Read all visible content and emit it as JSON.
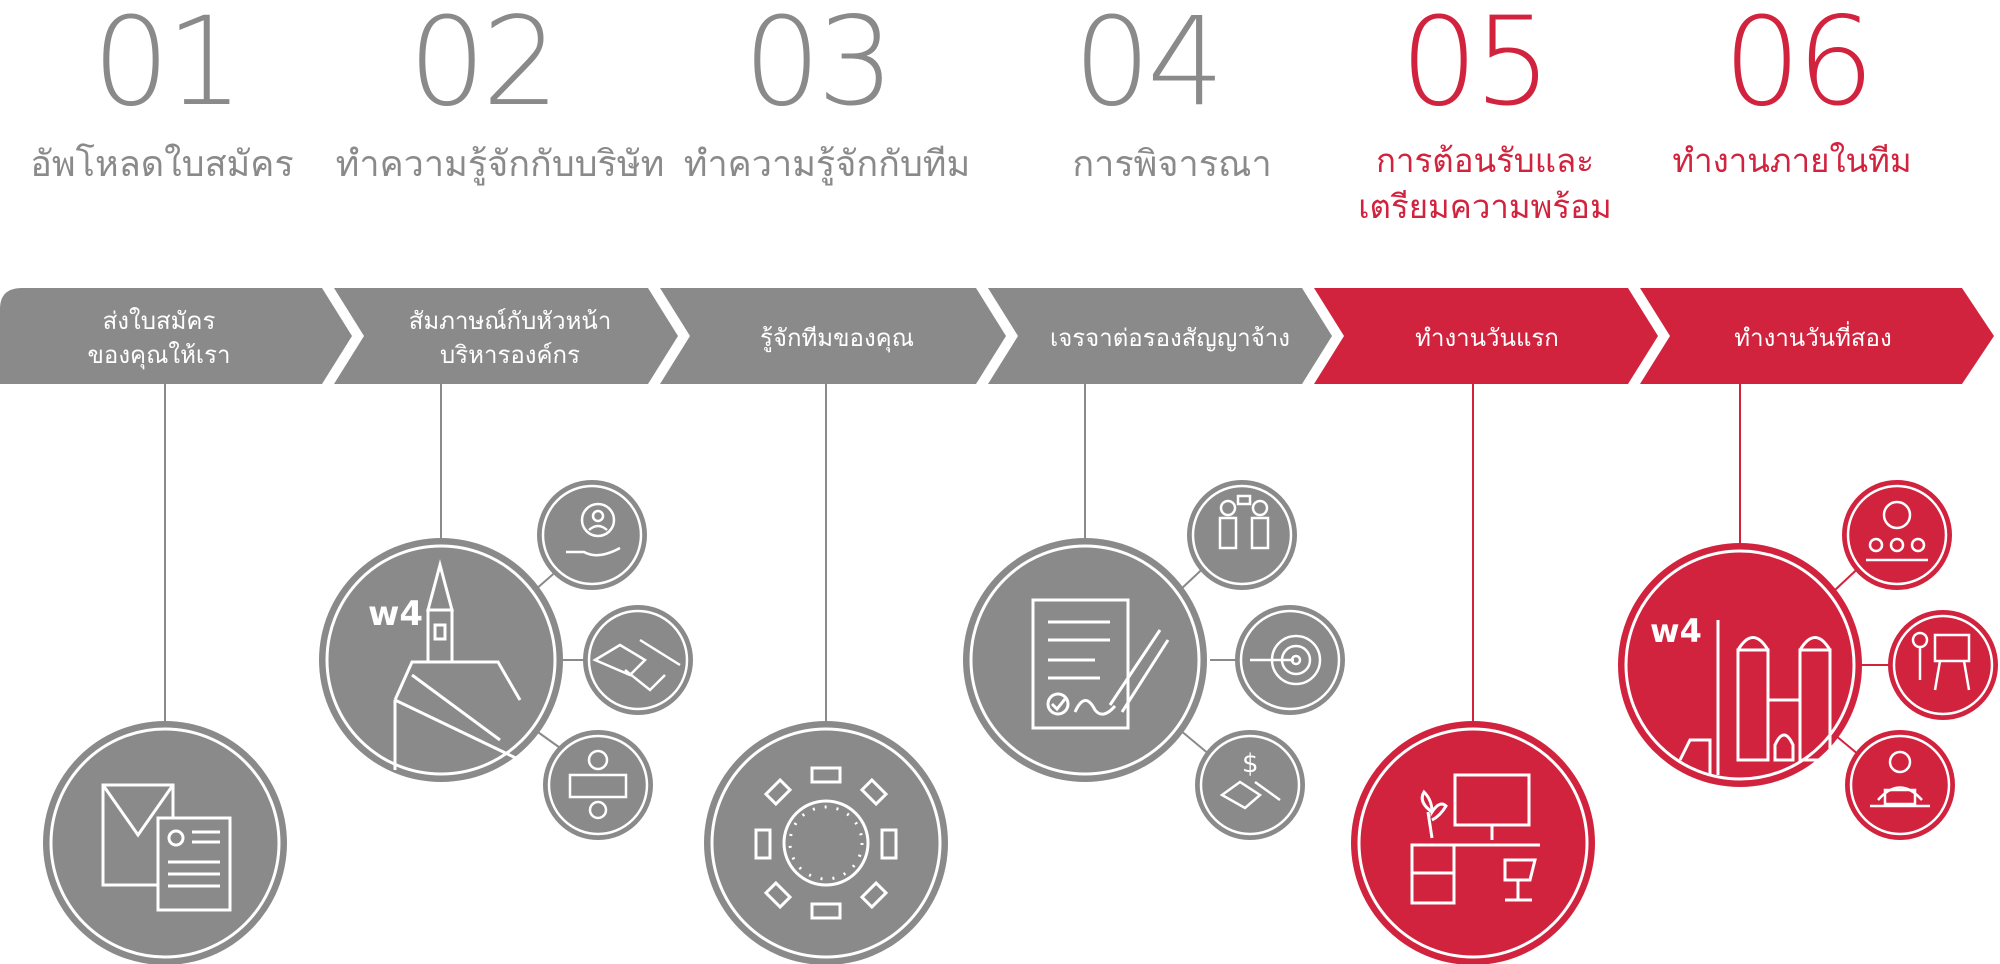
{
  "colors": {
    "grey": "#8a8a8a",
    "red": "#d2233e",
    "white": "#ffffff"
  },
  "steps": [
    {
      "number": "01",
      "title": "อัพโหลดใบสมัคร",
      "arrow_label": "ส่งใบสมัคร\nของคุณให้เรา",
      "icons": [
        "envelope-resume-icon"
      ]
    },
    {
      "number": "02",
      "title": "ทำความรู้จักกับบริษัท",
      "arrow_label": "สัมภาษณ์กับหัวหน้า\nบริหารองค์กร",
      "icons": [
        "company-church-building-icon",
        "hand-person-icon",
        "handshake-icon",
        "meeting-desk-icon"
      ]
    },
    {
      "number": "03",
      "title": "ทำความรู้จักกับทีม",
      "arrow_label": "รู้จักทีมของคุณ",
      "icons": [
        "round-table-team-icon"
      ]
    },
    {
      "number": "04",
      "title": "การพิจารณา",
      "arrow_label": "เจรจาต่อรองสัญญาจ้าง",
      "icons": [
        "contract-signing-icon",
        "two-people-talking-icon",
        "target-icon",
        "deal-handshake-dollar-icon"
      ]
    },
    {
      "number": "05",
      "title": "การต้อนรับและ\nเตรียมความพร้อม",
      "arrow_label": "ทำงานวันแรก",
      "icons": [
        "office-desk-computer-icon"
      ]
    },
    {
      "number": "06",
      "title": "ทำงานภายในทีม",
      "arrow_label": "ทำงานวันที่สอง",
      "icons": [
        "city-cathedral-icon",
        "brainstorm-team-icon",
        "presentation-icon",
        "person-laptop-icon"
      ]
    }
  ]
}
